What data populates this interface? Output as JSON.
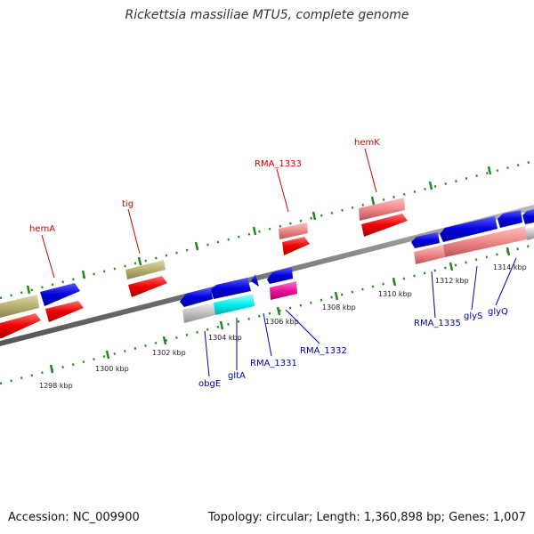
{
  "header": {
    "title": "Rickettsia massiliae MTU5, complete genome"
  },
  "footer": {
    "accession": "Accession: NC_009900",
    "summary": "Topology: circular; Length: 1,360,898 bp; Genes: 1,007"
  },
  "scale_labels": [
    "1298 kbp",
    "1300 kbp",
    "1302 kbp",
    "1304 kbp",
    "1306 kbp",
    "1308 kbp",
    "1310 kbp",
    "1312 kbp",
    "1314 kbp"
  ],
  "genes_top": [
    "hemA",
    "tig",
    "RMA_1333",
    "hemK"
  ],
  "genes_bottom": [
    "obgE",
    "gltA",
    "RMA_1331",
    "RMA_1332",
    "RMA_1335",
    "glyS",
    "glyQ"
  ],
  "colors": {
    "blue": "#0000dd",
    "red": "#ee0000",
    "salmon": "#ee8888",
    "olive": "#b8b070",
    "gray": "#c0c0c0",
    "cyan": "#00eeee",
    "magenta": "#ee1199",
    "tick": "#228822"
  }
}
